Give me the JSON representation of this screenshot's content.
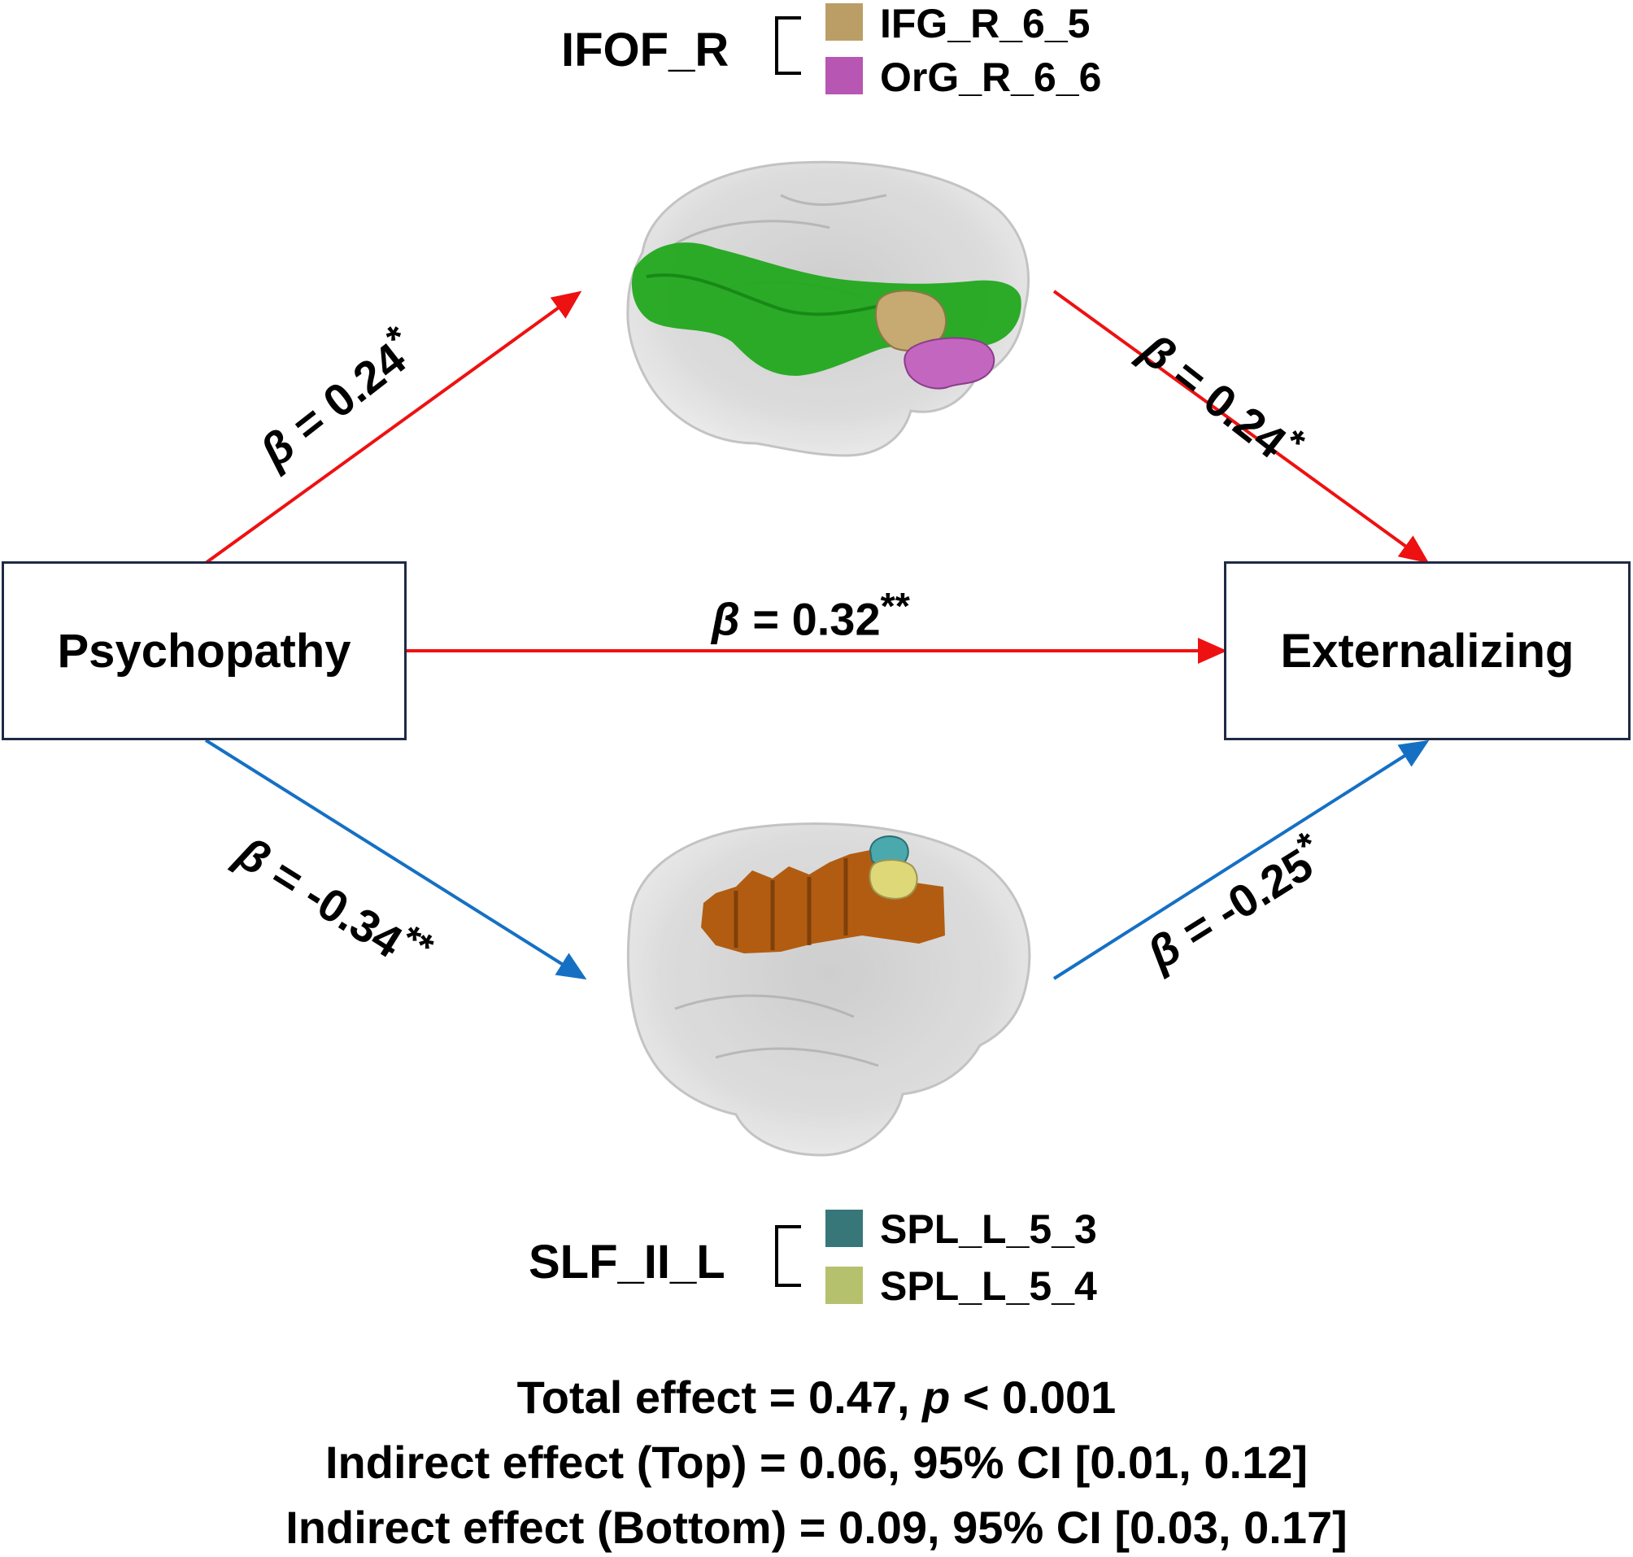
{
  "colors": {
    "positive_path": "#ee1111",
    "negative_path": "#1570c4",
    "box_border": "#1f2a44",
    "ifof_tract": "#22a81e",
    "ifg_region": "#bb9e66",
    "org_region": "#b756b3",
    "slf_tract": "#b25c12",
    "spl_5_3": "#37777a",
    "spl_5_4": "#b6c16d"
  },
  "nodes": {
    "predictor": "Psychopathy",
    "outcome": "Externalizing"
  },
  "top_mediator": {
    "tract": "IFOF_R",
    "regions": [
      {
        "label": "IFG_R_6_5",
        "color": "#bb9e66"
      },
      {
        "label": "OrG_R_6_6",
        "color": "#b756b3"
      }
    ],
    "brain_icon": "brain-sagittal-icon"
  },
  "bottom_mediator": {
    "tract": "SLF_II_L",
    "regions": [
      {
        "label": "SPL_L_5_3",
        "color": "#37777a"
      },
      {
        "label": "SPL_L_5_4",
        "color": "#b6c16d"
      }
    ],
    "brain_icon": "brain-sagittal-icon"
  },
  "paths": {
    "symbol": "β",
    "a_top": {
      "value": "= 0.24",
      "sig": "*"
    },
    "b_top": {
      "value": "= 0.24",
      "sig": "*"
    },
    "direct": {
      "value": "= 0.32",
      "sig": "**"
    },
    "a_bottom": {
      "value": "= -0.34",
      "sig": "**"
    },
    "b_bottom": {
      "value": "= -0.25",
      "sig": "*"
    }
  },
  "summary": {
    "total_prefix": "Total effect = 0.47, ",
    "total_p": "p",
    "total_suffix": " < 0.001",
    "indirect_top": "Indirect effect (Top) = 0.06, 95% CI [0.01, 0.12]",
    "indirect_bottom": "Indirect effect (Bottom) = 0.09, 95% CI [0.03, 0.17]"
  }
}
